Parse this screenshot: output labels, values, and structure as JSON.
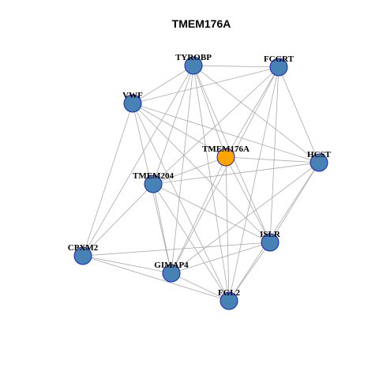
{
  "title": "TMEM176A",
  "colors": {
    "node": "#4682b4",
    "center_node": "#ffa500",
    "node_border": "#1f1fbf",
    "edge": "#aaaaaa"
  },
  "nodes": [
    {
      "id": "TYROBP",
      "label": "TYROBP"
    },
    {
      "id": "FCGRT",
      "label": "FCGRT"
    },
    {
      "id": "VWF",
      "label": "VWF"
    },
    {
      "id": "TMEM176A",
      "label": "TMEM176A",
      "center": true
    },
    {
      "id": "HCST",
      "label": "HCST"
    },
    {
      "id": "TMEM204",
      "label": "TMEM204"
    },
    {
      "id": "ISLR",
      "label": "ISLR"
    },
    {
      "id": "CPXM2",
      "label": "CPXM2"
    },
    {
      "id": "GIMAP4",
      "label": "GIMAP4"
    },
    {
      "id": "FGL2",
      "label": "FGL2"
    }
  ],
  "edges": [
    [
      "TYROBP",
      "FCGRT"
    ],
    [
      "TYROBP",
      "VWF"
    ],
    [
      "TYROBP",
      "TMEM176A"
    ],
    [
      "TYROBP",
      "HCST"
    ],
    [
      "TYROBP",
      "TMEM204"
    ],
    [
      "TYROBP",
      "ISLR"
    ],
    [
      "TYROBP",
      "GIMAP4"
    ],
    [
      "TYROBP",
      "FGL2"
    ],
    [
      "TYROBP",
      "CPXM2"
    ],
    [
      "FCGRT",
      "VWF"
    ],
    [
      "FCGRT",
      "TMEM176A"
    ],
    [
      "FCGRT",
      "HCST"
    ],
    [
      "FCGRT",
      "TMEM204"
    ],
    [
      "FCGRT",
      "ISLR"
    ],
    [
      "FCGRT",
      "GIMAP4"
    ],
    [
      "FCGRT",
      "FGL2"
    ],
    [
      "VWF",
      "TMEM176A"
    ],
    [
      "VWF",
      "HCST"
    ],
    [
      "VWF",
      "ISLR"
    ],
    [
      "VWF",
      "GIMAP4"
    ],
    [
      "VWF",
      "FGL2"
    ],
    [
      "VWF",
      "CPXM2"
    ],
    [
      "TMEM176A",
      "HCST"
    ],
    [
      "TMEM176A",
      "TMEM204"
    ],
    [
      "TMEM176A",
      "ISLR"
    ],
    [
      "TMEM176A",
      "GIMAP4"
    ],
    [
      "TMEM176A",
      "FGL2"
    ],
    [
      "HCST",
      "TMEM204"
    ],
    [
      "HCST",
      "ISLR"
    ],
    [
      "HCST",
      "GIMAP4"
    ],
    [
      "HCST",
      "FGL2"
    ],
    [
      "TMEM204",
      "ISLR"
    ],
    [
      "TMEM204",
      "CPXM2"
    ],
    [
      "TMEM204",
      "GIMAP4"
    ],
    [
      "TMEM204",
      "FGL2"
    ],
    [
      "ISLR",
      "CPXM2"
    ],
    [
      "ISLR",
      "GIMAP4"
    ],
    [
      "ISLR",
      "FGL2"
    ],
    [
      "CPXM2",
      "GIMAP4"
    ],
    [
      "CPXM2",
      "FGL2"
    ],
    [
      "GIMAP4",
      "FGL2"
    ]
  ]
}
